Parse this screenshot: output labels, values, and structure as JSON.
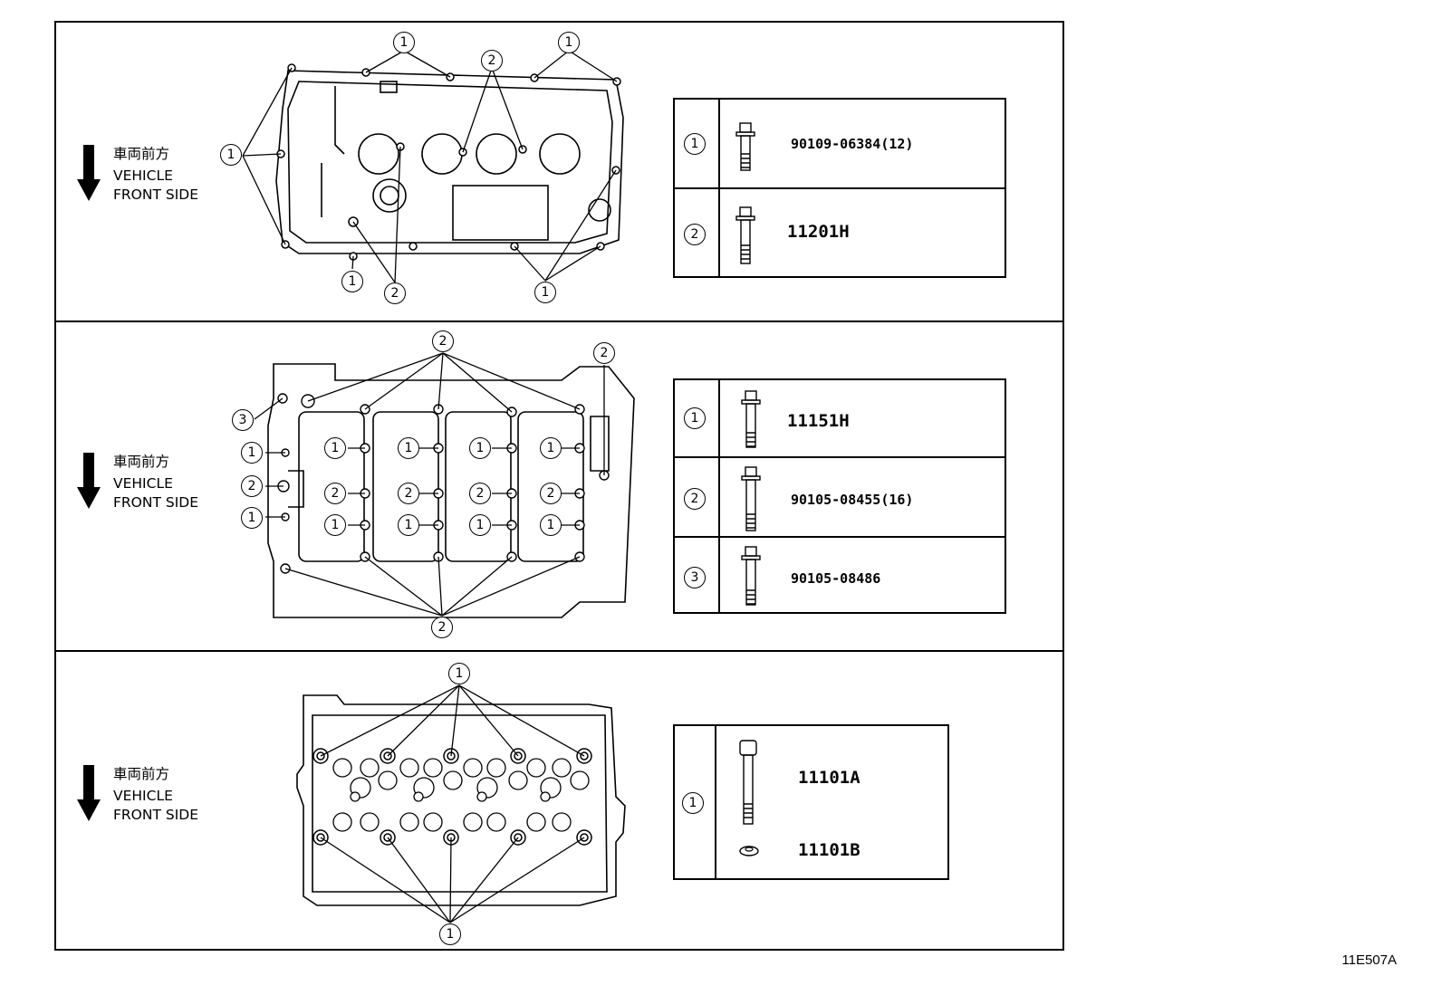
{
  "panels": [
    {
      "orientation": {
        "line1": "車両前方",
        "line2": "VEHICLE",
        "line3": "FRONT SIDE"
      },
      "parts": [
        {
          "num": "1",
          "part_no": "90109-06384(12)"
        },
        {
          "num": "2",
          "part_no": "11201H"
        }
      ]
    },
    {
      "orientation": {
        "line1": "車両前方",
        "line2": "VEHICLE",
        "line3": "FRONT SIDE"
      },
      "parts": [
        {
          "num": "1",
          "part_no": "11151H"
        },
        {
          "num": "2",
          "part_no": "90105-08455(16)"
        },
        {
          "num": "3",
          "part_no": "90105-08486"
        }
      ]
    },
    {
      "orientation": {
        "line1": "車両前方",
        "line2": "VEHICLE",
        "line3": "FRONT SIDE"
      },
      "parts": [
        {
          "num": "1",
          "part_no": "11101A",
          "part_no_2": "11101B"
        }
      ]
    }
  ],
  "callouts": {
    "one": "1",
    "two": "2",
    "three": "3"
  },
  "figure_ref": "11E507A"
}
